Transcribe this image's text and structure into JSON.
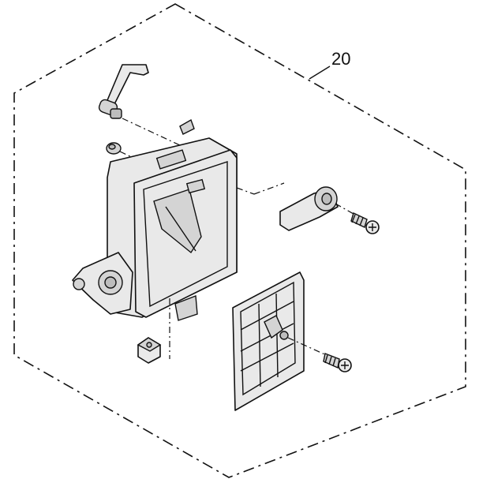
{
  "diagram": {
    "assembly_number": "20",
    "parts": [
      {
        "name": "lever-arm"
      },
      {
        "name": "bushing"
      },
      {
        "name": "housing-bracket"
      },
      {
        "name": "cam-lever"
      },
      {
        "name": "screw-upper"
      },
      {
        "name": "grid-plate"
      },
      {
        "name": "screw-lower"
      },
      {
        "name": "square-nut"
      }
    ]
  }
}
